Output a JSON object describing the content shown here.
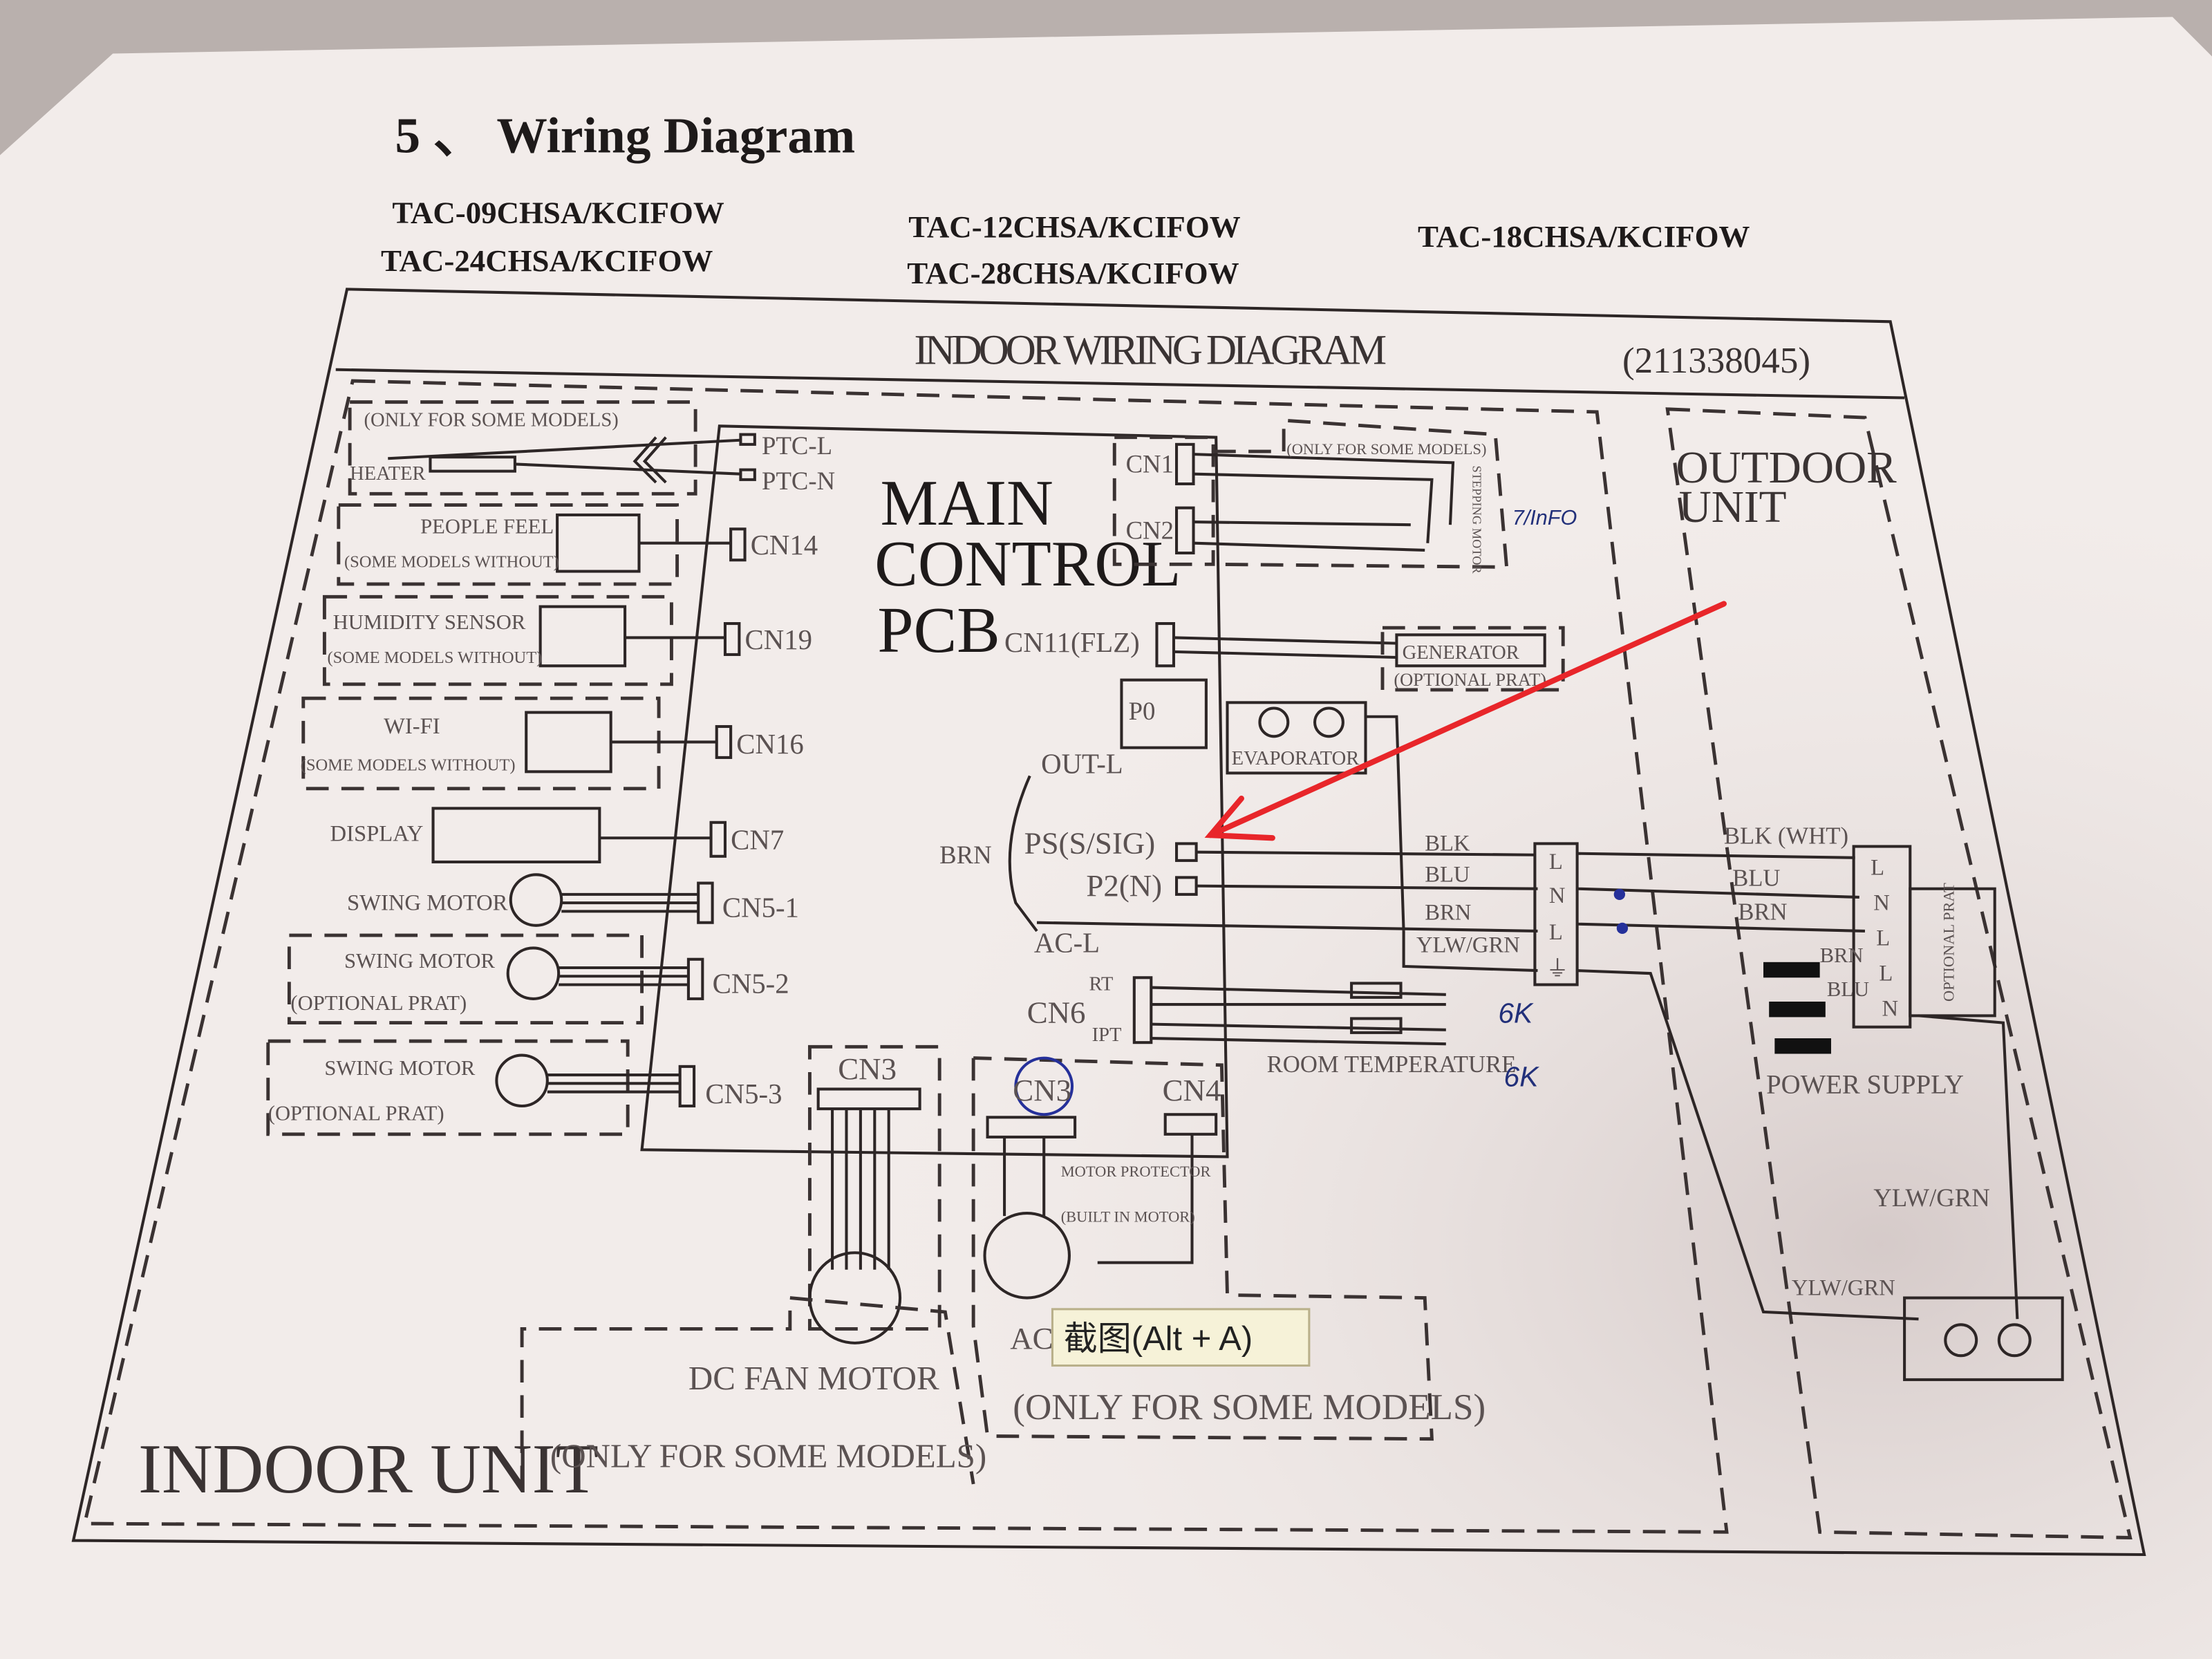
{
  "document": {
    "section_title": "5 、 Wiring Diagram",
    "models": [
      "TAC-09CHSA/KCIFOW",
      "TAC-12CHSA/KCIFOW",
      "TAC-18CHSA/KCIFOW",
      "TAC-24CHSA/KCIFOW",
      "TAC-28CHSA/KCIFOW"
    ]
  },
  "diagram": {
    "header": "INDOOR WIRING DIAGRAM",
    "code": "(211338045)",
    "pcb": {
      "line1": "MAIN",
      "line2": "CONTROL",
      "line3": "PCB"
    },
    "left_components": {
      "heater_note": "(ONLY FOR SOME MODELS)",
      "heater": "HEATER",
      "people_feel": "PEOPLE FEEL",
      "people_feel_note": "(SOME MODELS WITHOUT)",
      "humidity": "HUMIDITY SENSOR",
      "humidity_note": "(SOME MODELS WITHOUT)",
      "wifi": "WI-FI",
      "wifi_note": "(SOME MODELS WITHOUT)",
      "display": "DISPLAY",
      "swing1": "SWING MOTOR",
      "swing2": "SWING MOTOR",
      "swing2_note": "(OPTIONAL PRAT)",
      "swing3": "SWING MOTOR",
      "swing3_note": "(OPTIONAL PRAT)"
    },
    "connectors": {
      "ptc_l": "PTC-L",
      "ptc_n": "PTC-N",
      "cn14": "CN14",
      "cn19": "CN19",
      "cn16": "CN16",
      "cn7": "CN7",
      "cn5_1": "CN5-1",
      "cn5_2": "CN5-2",
      "cn5_3": "CN5-3",
      "cn1": "CN1",
      "cn2": "CN2",
      "cn11": "CN11(FLZ)",
      "p0": "P0",
      "out_l": "OUT-L",
      "brn": "BRN",
      "ps": "PS(S/SIG)",
      "p2": "P2(N)",
      "ac_l": "AC-L",
      "cn6": "CN6",
      "rt": "RT",
      "ipt": "IPT",
      "cn3a": "CN3",
      "cn3b": "CN3",
      "cn4": "CN4",
      "ac": "AC"
    },
    "right_components": {
      "top_note": "(ONLY FOR SOME MODELS)",
      "stepping": "STEPPING MOTOR",
      "generator": "GENERATOR",
      "generator_note": "(OPTIONAL PRAT)",
      "evaporator": "EVAPORATOR",
      "room_temp": "ROOM TEMPERATURE",
      "motor_protector": "MOTOR PROTECTOR",
      "motor_protector2": "(BUILT IN MOTOR)",
      "dc_fan": "DC FAN MOTOR",
      "dc_fan_note": "(ONLY FOR SOME MODELS)",
      "ac_note": "(ONLY FOR SOME MODELS)",
      "indoor_unit": "INDOOR UNIT"
    },
    "wires": {
      "blk": "BLK",
      "blu": "BLU",
      "brn": "BRN",
      "ylw": "YLW/GRN",
      "terminals": [
        "L",
        "N",
        "L",
        "⏚"
      ]
    },
    "outdoor": {
      "title1": "OUTDOOR",
      "title2": "UNIT",
      "blk": "BLK (WHT)",
      "blu": "BLU",
      "brn": "BRN",
      "brn2": "BRN",
      "blu2": "BLU",
      "power": "POWER SUPPLY",
      "ylw1": "YLW/GRN",
      "ylw2": "YLW/GRN",
      "optional": "OPTIONAL PRAT",
      "terminals": [
        "L",
        "N",
        "L",
        "L",
        "N"
      ]
    },
    "handwritten": {
      "info": "7/InFO",
      "mark1": "6K",
      "mark2": "6K"
    },
    "annotation_arrow_color": "#e8262a"
  },
  "overlay": {
    "screenshot_tooltip": "截图(Alt + A)"
  }
}
